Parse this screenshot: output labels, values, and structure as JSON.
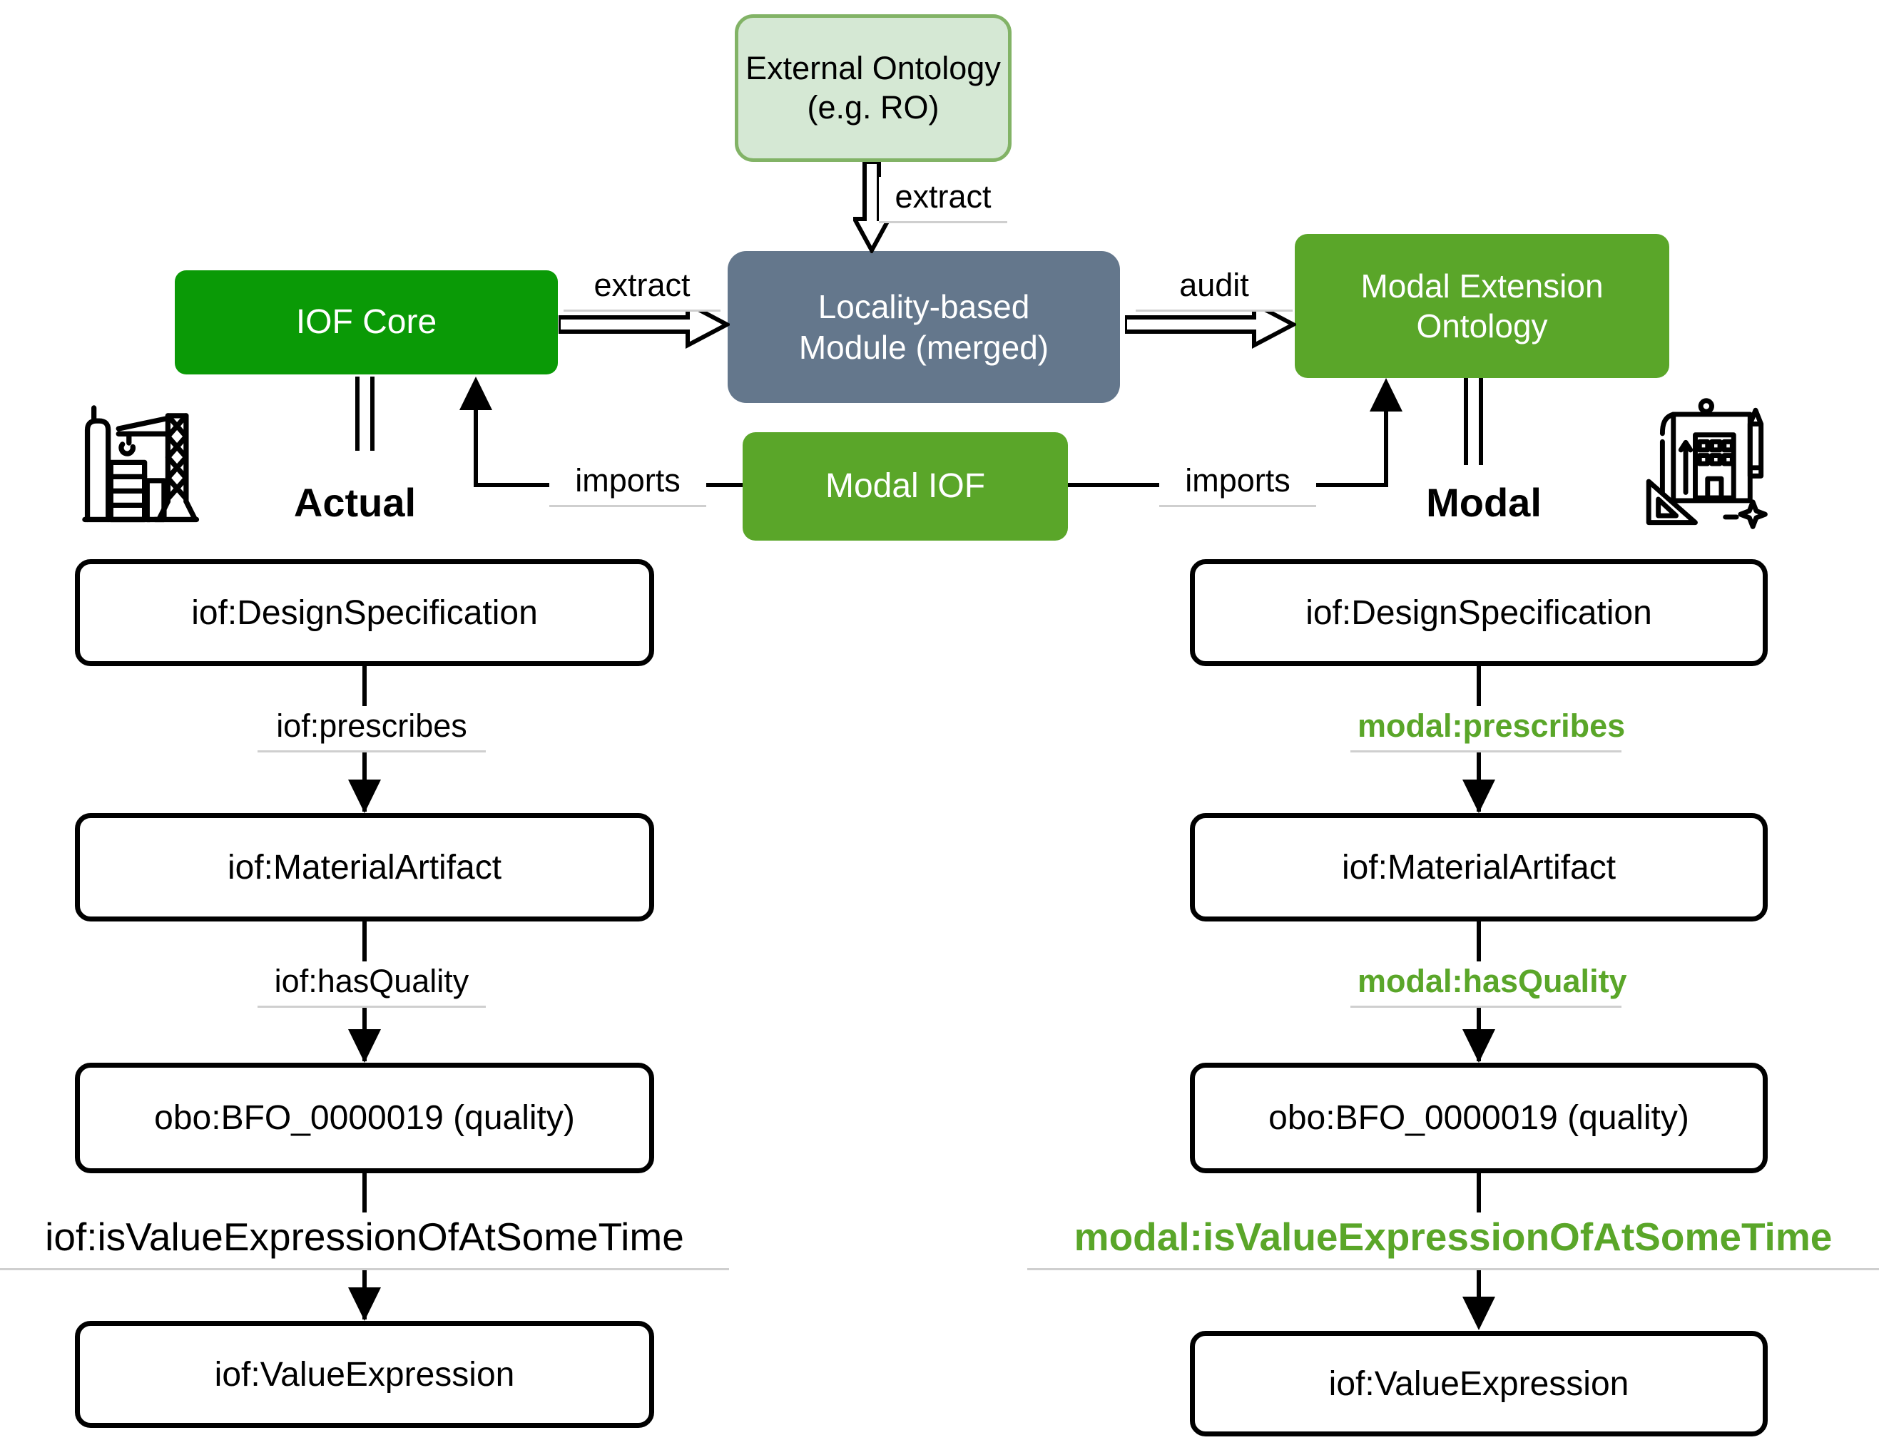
{
  "diagram": {
    "top_flow": {
      "external_box": {
        "line1": "External Ontology",
        "line2": "(e.g. RO)"
      },
      "iof_core_box": {
        "label": "IOF Core"
      },
      "locality_box": {
        "line1": "Locality-based",
        "line2": "Module (merged)"
      },
      "modal_ext_box": {
        "line1": "Modal Extension",
        "line2": "Ontology"
      },
      "modal_iof_box": {
        "label": "Modal IOF"
      },
      "edge_labels": {
        "extract_top": "extract",
        "extract_mid": "extract",
        "audit": "audit",
        "imports_left": "imports",
        "imports_right": "imports"
      },
      "side_labels": {
        "actual": "Actual",
        "modal": "Modal"
      }
    },
    "left_column": {
      "boxes": [
        "iof:DesignSpecification",
        "iof:MaterialArtifact",
        "obo:BFO_0000019 (quality)",
        "iof:ValueExpression"
      ],
      "edges": [
        "iof:prescribes",
        "iof:hasQuality",
        "iof:isValueExpressionOfAtSomeTime"
      ]
    },
    "right_column": {
      "boxes": [
        "iof:DesignSpecification",
        "iof:MaterialArtifact",
        "obo:BFO_0000019 (quality)",
        "iof:ValueExpression"
      ],
      "edges": [
        "modal:prescribes",
        "modal:hasQuality",
        "modal:isValueExpressionOfAtSomeTime"
      ]
    },
    "icons": {
      "left": "factory-crane-icon",
      "right": "blueprint-design-icon"
    },
    "colors": {
      "dark_green": "#0a9a06",
      "modal_green": "#5aa629",
      "light_green_fill": "#d5e8d4",
      "light_green_border": "#82b366",
      "gray_fill": "#64778c",
      "label_underline": "#cfcfcf",
      "line_black": "#000000"
    }
  }
}
